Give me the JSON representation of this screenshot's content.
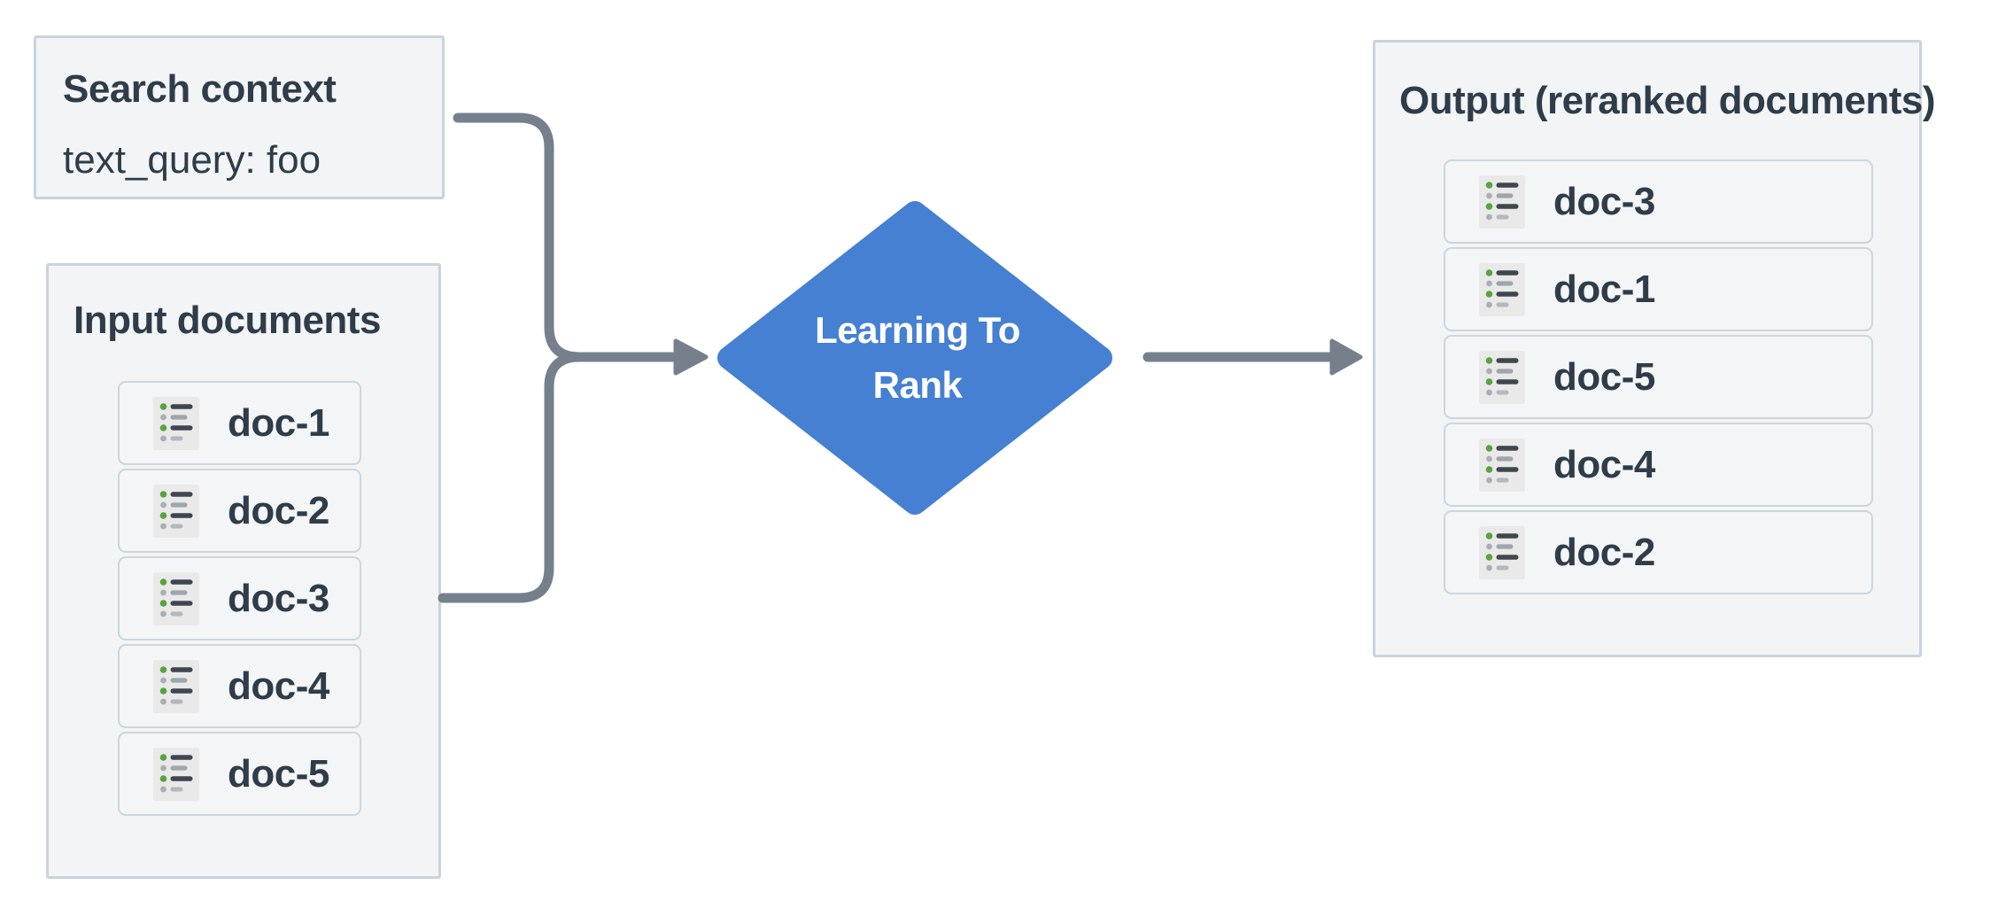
{
  "search_context": {
    "title": "Search context",
    "body": "text_query: foo"
  },
  "input_documents": {
    "title": "Input documents",
    "docs": [
      "doc-1",
      "doc-2",
      "doc-3",
      "doc-4",
      "doc-5"
    ]
  },
  "process": {
    "label": "Learning To Rank",
    "label_lines": [
      "Learning To",
      "Rank"
    ]
  },
  "output_documents": {
    "title": "Output (reranked documents)",
    "docs": [
      "doc-3",
      "doc-1",
      "doc-5",
      "doc-4",
      "doc-2"
    ]
  },
  "icons": {
    "doc_icon": "list-icon"
  },
  "colors": {
    "panel_background": "#f2f4f6",
    "panel_border": "#c9d3dc",
    "text": "#2f3c49",
    "diamond_fill": "#4580d2",
    "diamond_text": "#ffffff",
    "connector": "#76808c",
    "icon_background": "#e9e9e9",
    "icon_green_bullet": "#57a33f",
    "icon_gray_bullet": "#a9afb4",
    "icon_dark_line": "#40464d",
    "icon_gray_line": "#9fa6ab"
  }
}
